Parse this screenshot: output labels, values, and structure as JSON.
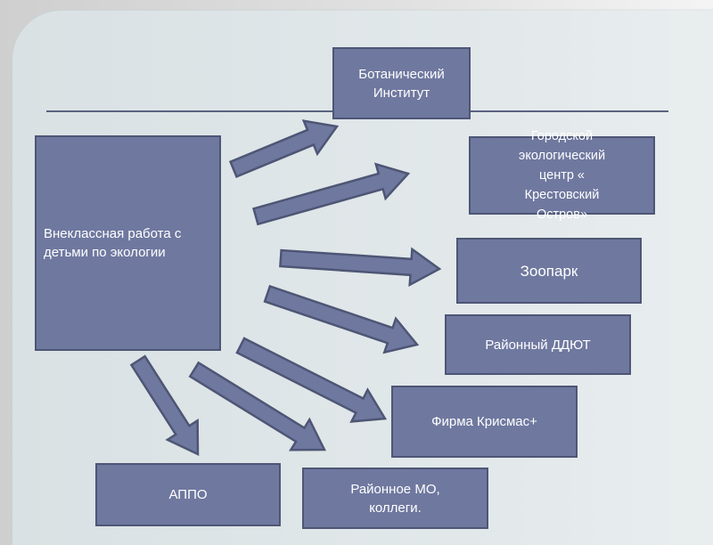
{
  "diagram": {
    "source": "Внеклассная работа с детьми по экологии",
    "targets": [
      {
        "id": "botanical",
        "label": "Ботанический\nИнститут"
      },
      {
        "id": "eco-center",
        "label": "Городской\nэкологический\nцентр «\nКрестовский\nОстров»"
      },
      {
        "id": "zoo",
        "label": "Зоопарк"
      },
      {
        "id": "ddyut",
        "label": "Районный ДДЮТ"
      },
      {
        "id": "krismas",
        "label": "Фирма Крисмас+"
      },
      {
        "id": "mo",
        "label": "Районное МО,\nколлеги."
      },
      {
        "id": "appo",
        "label": "АППО"
      }
    ],
    "colors": {
      "box": "#6f789f",
      "border": "#4e5675",
      "text": "#ffffff"
    }
  }
}
